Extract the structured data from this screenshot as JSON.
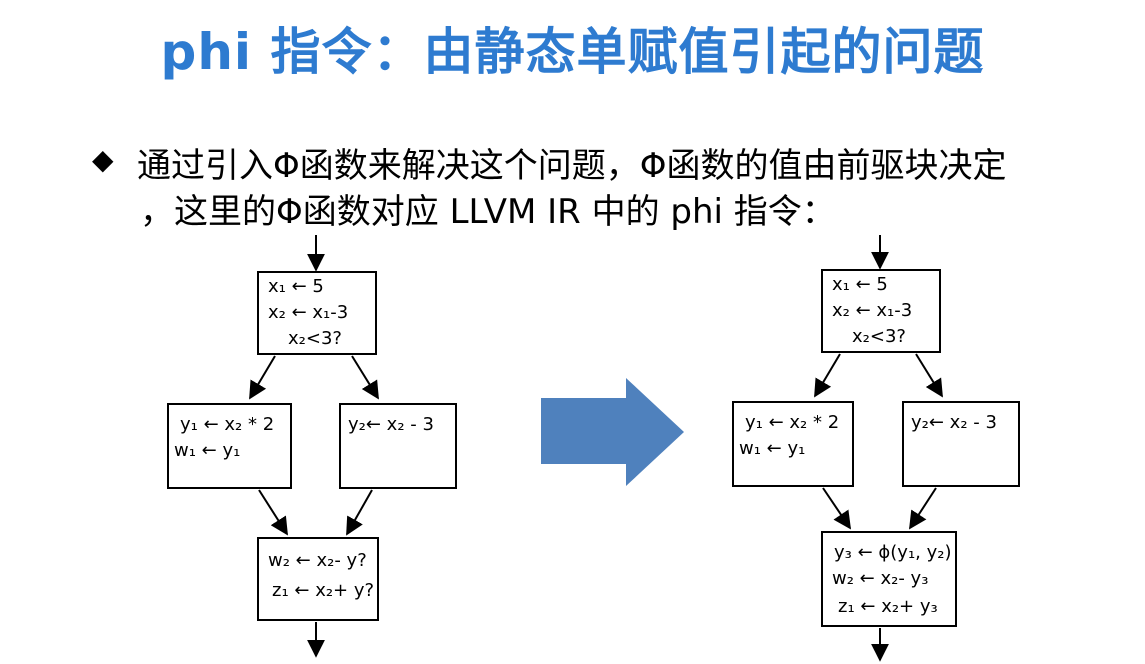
{
  "title": "phi 指令：由静态单赋值引起的问题",
  "bullet": {
    "icon": "diamond-bullet-icon",
    "line1": "通过引入Φ函数来解决这个问题，Φ函数的值由前驱块决定",
    "line2": "，这里的Φ函数对应 LLVM IR 中的 phi 指令："
  },
  "left_cfg": {
    "entry": [
      "x₁ ← 5",
      "x₂ ← x₁-3",
      "x₂<3?"
    ],
    "left_branch": [
      "y₁ ← x₂ * 2",
      "w₁ ← y₁"
    ],
    "right_branch": [
      "y₂← x₂ - 3"
    ],
    "merge": [
      "w₂ ← x₂- y?",
      "z₁ ← x₂+ y?"
    ]
  },
  "right_cfg": {
    "entry": [
      "x₁ ← 5",
      "x₂ ← x₁-3",
      "x₂<3?"
    ],
    "left_branch": [
      "y₁ ← x₂ * 2",
      "w₁ ← y₁"
    ],
    "right_branch": [
      "y₂← x₂ - 3"
    ],
    "merge": [
      "y₃ ← ϕ(y₁, y₂)",
      "w₂ ← x₂- y₃",
      "z₁ ← x₂+ y₃"
    ]
  },
  "colors": {
    "title": "#2e7bd0",
    "arrow": "#4f81bd"
  }
}
